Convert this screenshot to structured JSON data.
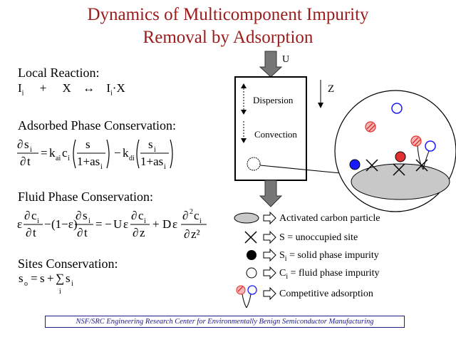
{
  "title": {
    "line1": "Dynamics of Multicomponent  Impurity",
    "line2": "Removal by Adsorption"
  },
  "sections": {
    "local_reaction": {
      "heading": "Local Reaction:",
      "equation": {
        "Ii_a": "I",
        "i_sub": "i",
        "plus": "+",
        "X": "X",
        "arrow": "↔",
        "Ii_b": "I",
        "i_sub2": "i",
        "dotX": "·X"
      }
    },
    "adsorbed": {
      "heading": "Adsorbed Phase Conservation:",
      "equation": {
        "d": "∂",
        "s": "s",
        "i": "i",
        "t": "t",
        "eq": "=",
        "k": "k",
        "ai": "ai",
        "c": "c",
        "one_plus_as": "1+as",
        "minus": "−",
        "di": "di"
      }
    },
    "fluid": {
      "heading": "Fluid Phase Conservation:",
      "equation": {
        "eps": "ε",
        "d": "∂",
        "c": "c",
        "i": "i",
        "t": "t",
        "one_minus_eps": "(1−ε)",
        "s": "s",
        "eq": "=",
        "minus": "−",
        "U": "U",
        "z": "z",
        "plus": "+",
        "D": "D",
        "two": "2",
        "z2": "z²"
      }
    },
    "sites": {
      "heading": "Sites Conservation:",
      "equation": {
        "s_o": "s",
        "o": "o",
        "eq": "=",
        "s": "s",
        "plus": "+",
        "sum": "∑",
        "i": "i",
        "si": "s",
        "si_sub": "i"
      }
    }
  },
  "column": {
    "inlet_label": "U",
    "axis_label": "Z",
    "dispersion_label": "Dispersion",
    "convection_label": "Convection"
  },
  "legend": [
    {
      "icon": "gray-ellipse",
      "text": "Activated carbon particle"
    },
    {
      "icon": "cross",
      "text": "S = unoccupied site"
    },
    {
      "icon": "black-circle",
      "text": "S",
      "sub": "i",
      "rest": " = solid phase impurity"
    },
    {
      "icon": "open-circle",
      "text": "C",
      "sub": "i",
      "rest": " = fluid phase impurity"
    },
    {
      "icon": "competitive-pair",
      "text": "Competitive adsorption"
    }
  ],
  "footer": "NSF/SRC Engineering Research Center for Environmentally Benign Semiconductor Manufacturing",
  "colors": {
    "title": "#9b1b1b",
    "footer": "#1a1a8a",
    "blue": "#1a1aff",
    "red": "#e03030",
    "gray": "#c8c8c8"
  }
}
